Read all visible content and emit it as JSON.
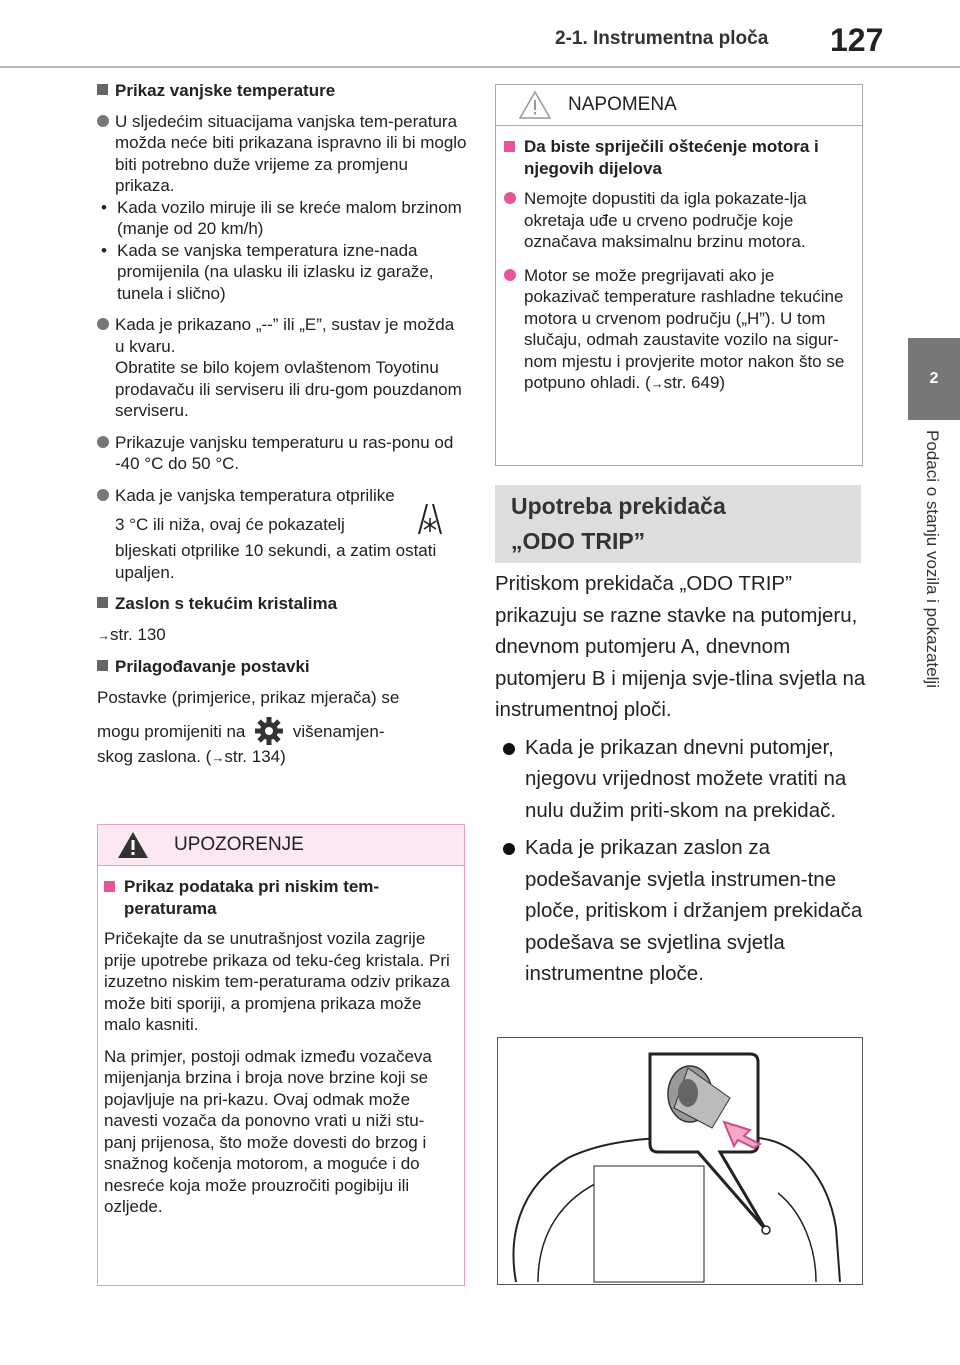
{
  "header": {
    "section": "2-1. Instrumentna ploča",
    "page_number": "127"
  },
  "side_tab": {
    "chapter_number": "2",
    "chapter_title": "Podaci o stanju vozila i pokazatelji"
  },
  "left": {
    "temp_heading": "Prikaz vanjske temperature",
    "temp_p1": "U sljedećim situacijama vanjska tem-peratura možda neće biti prikazana ispravno ili bi moglo biti potrebno duže vrijeme za promjenu prikaza.",
    "temp_sub1": "Kada vozilo miruje ili se kreće malom brzinom (manje od 20 km/h)",
    "temp_sub2": "Kada se vanjska temperatura izne-nada promijenila (na ulasku ili izlasku iz garaže, tunela i slično)",
    "temp_p2a": "Kada je prikazano „--” ili „E”, sustav je možda u kvaru.",
    "temp_p2b": "Obratite se bilo kojem ovlaštenom Toyotinu prodavaču ili serviseru ili dru-gom pouzdanom serviseru.",
    "temp_p3": "Prikazuje vanjsku temperaturu u ras-ponu od -40 °C do 50 °C.",
    "temp_p4a": "Kada je vanjska temperatura otprilike",
    "temp_p4b": "3 °C ili niža, ovaj će pokazatelj",
    "temp_p4c": "bljeskati otprilike 10 sekundi, a zatim ostati upaljen.",
    "lcd_heading": "Zaslon s tekućim kristalima",
    "lcd_ref": "str. 130",
    "adj_heading": "Prilagođavanje postavki",
    "adj_p1": "Postavke (primjerice, prikaz mjerača) se",
    "adj_p2a": "mogu promijeniti na",
    "adj_p2b": "višenamjen-",
    "adj_p3a": "skog zaslona. (",
    "adj_p3b": "str. 134)"
  },
  "warning": {
    "label": "UPOZORENJE",
    "heading": "Prikaz podataka pri niskim tem-peraturama",
    "p1": "Pričekajte da se unutrašnjost vozila zagrije prije upotrebe prikaza od teku-ćeg kristala. Pri izuzetno niskim tem-peraturama odziv prikaza može biti sporiji, a promjena prikaza može malo kasniti.",
    "p2": "Na primjer, postoji odmak između vozačeva mijenjanja brzina i broja nove brzine koji se pojavljuje na pri-kazu. Ovaj odmak može navesti vozača da ponovno vrati u niži stu-panj prijenosa, što može dovesti do brzog i snažnog kočenja motorom, a moguće i do nesreće koja može prouzročiti pogibiju ili ozljede."
  },
  "note": {
    "label": "NAPOMENA",
    "heading": "Da biste spriječili oštećenje motora i njegovih dijelova",
    "p1": "Nemojte dopustiti da igla pokazate-lja okretaja uđe u crveno područje koje označava maksimalnu brzinu motora.",
    "p2a": "Motor se može pregrijavati ako je pokazivač temperature rashladne tekućine motora u crvenom području („H”). U tom slučaju, odmah zaustavite vozilo na sigur-nom mjestu i provjerite motor nakon što se potpuno ohladi. (",
    "p2b": "str. 649)"
  },
  "odo": {
    "title_line1": "Upotreba prekidača",
    "title_line2": "„ODO TRIP”",
    "intro": "Pritiskom prekidača „ODO TRIP” prikazuju se razne stavke na putomjeru, dnevnom putomjeru A, dnevnom putomjeru B i mijenja svje-tlina svjetla na instrumentnoj ploči.",
    "bullet1": "Kada je prikazan dnevni putomjer, njegovu vrijednost možete vratiti na nulu dužim priti-skom na prekidač.",
    "bullet2": "Kada je prikazan zaslon za podešavanje svjetla instrumen-tne ploče, pritiskom i držanjem prekidača podešava se svjetlina svjetla instrumentne ploče."
  },
  "colors": {
    "warning_border": "#e8a0c6",
    "warning_bg": "#fce8f2",
    "accent_pink": "#e6559a"
  },
  "icons": [
    "warning-triangle-icon",
    "snowflake-road-icon",
    "gear-icon",
    "arrow-icon"
  ]
}
